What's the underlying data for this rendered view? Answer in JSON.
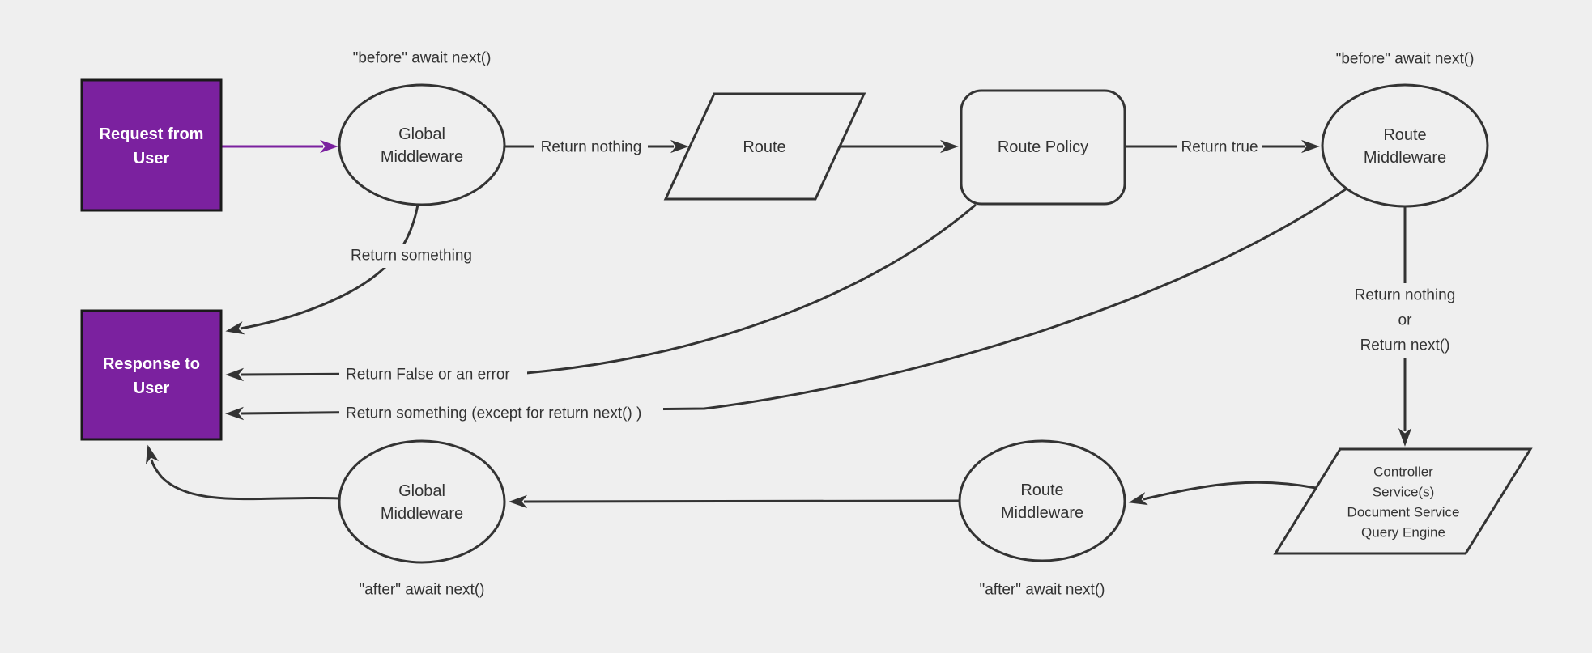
{
  "diagram": {
    "colors": {
      "background": "#efefef",
      "node_fill": "#efefef",
      "stroke": "#333333",
      "node_border": "#1a1a1a",
      "purple": "#7b219f",
      "text": "#333333",
      "text_on_purple": "#ffffff"
    },
    "nodes": {
      "request_from_user": {
        "lines": [
          "Request from",
          "User"
        ]
      },
      "global_middleware_top": {
        "lines": [
          "Global",
          "Middleware"
        ]
      },
      "route": {
        "label": "Route"
      },
      "route_policy": {
        "label": "Route Policy"
      },
      "route_middleware_top": {
        "lines": [
          "Route",
          "Middleware"
        ]
      },
      "response_to_user": {
        "lines": [
          "Response to",
          "User"
        ]
      },
      "global_middleware_bottom": {
        "lines": [
          "Global",
          "Middleware"
        ]
      },
      "route_middleware_bottom": {
        "lines": [
          "Route",
          "Middleware"
        ]
      },
      "controller_stack": {
        "lines": [
          "Controller",
          "Service(s)",
          "Document Service",
          "Query Engine"
        ]
      }
    },
    "edge_labels": {
      "before_await_next_left": "\"before\" await next()",
      "before_await_next_right": "\"before\" await next()",
      "return_nothing": "Return nothing",
      "return_true": "Return true",
      "return_something": "Return something",
      "return_false_or_error": "Return False or an error",
      "return_something_except": "Return something (except for return next() )",
      "return_nothing_or": [
        "Return nothing",
        "or",
        "Return next()"
      ],
      "after_await_next_left": "\"after\" await next()",
      "after_await_next_right": "\"after\" await next()"
    }
  }
}
